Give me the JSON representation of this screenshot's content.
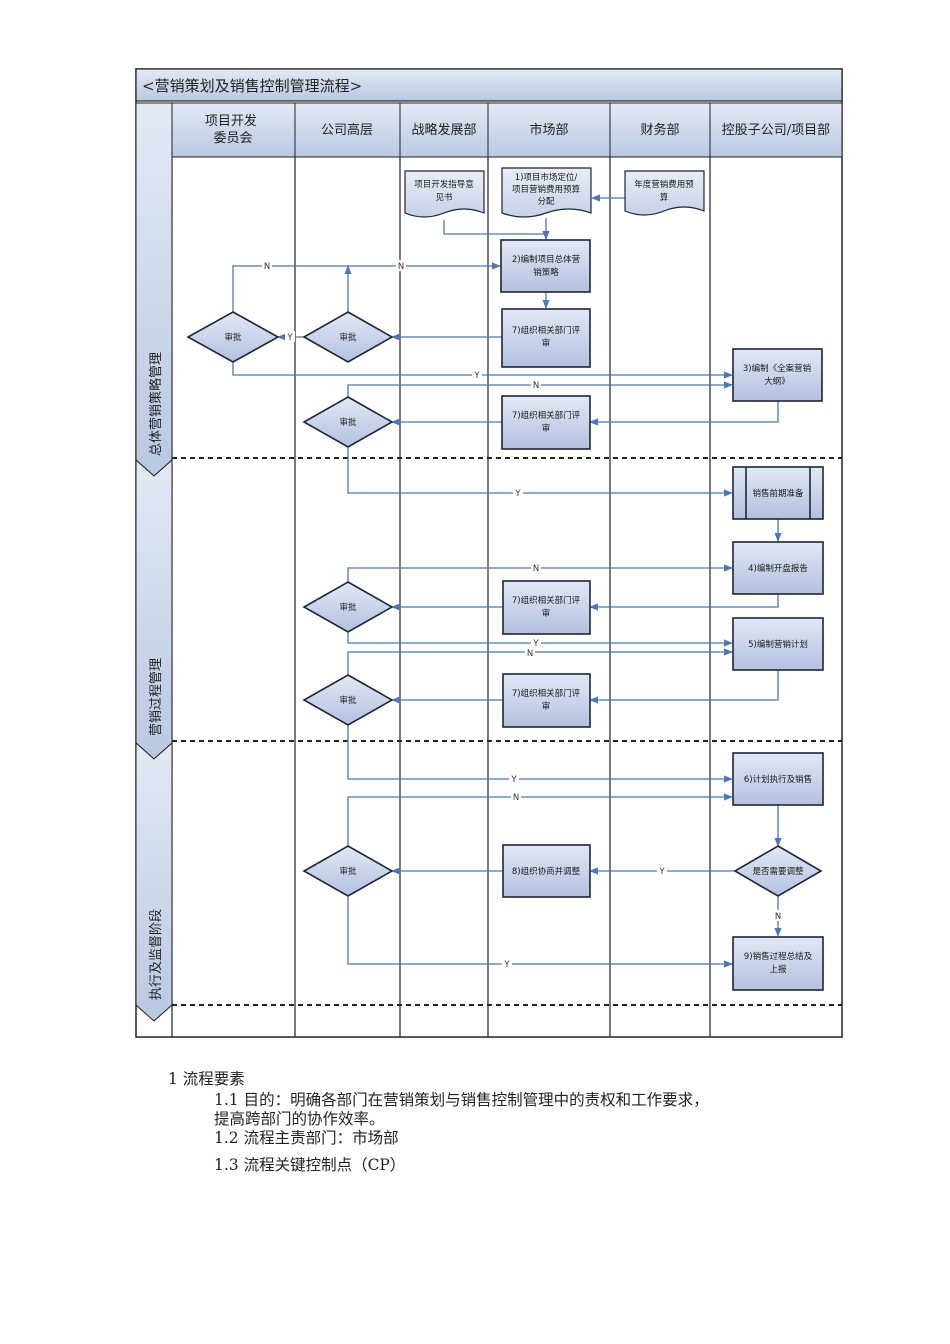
{
  "diagram": {
    "title": "<营销策划及销售控制管理流程>",
    "lanes": [
      "项目开发\n委员会",
      "公司高层",
      "战略发展部",
      "市场部",
      "财务部",
      "控股子公司/项目部"
    ],
    "phases": [
      "总体营销策略管理",
      "营销过程管理",
      "执行及监督阶段"
    ],
    "nodes": {
      "n_guide": "项目开发指导意\n见书",
      "n_budget": "年度营销费用预\n算",
      "n1": "1)项目市场定位/\n项目营销费用预算\n分配",
      "n2": "2)编制项目总体营\n销策略",
      "n7a": "7)组织相关部门评\n审",
      "d_committee": "审批",
      "d_top1": "审批",
      "n3": "3)编制《全案营销\n大纲》",
      "n7b": "7)组织相关部门评\n审",
      "d_top2": "审批",
      "n_prep": "销售前期准备",
      "n4": "4)编制开盘报告",
      "n7c": "7)组织相关部门评\n审",
      "d_top3": "审批",
      "n5": "5)编制营销计划",
      "n7d": "7)组织相关部门评\n审",
      "d_top4": "审批",
      "n6": "6)计划执行及销售",
      "d_adjust": "是否需要调整",
      "n8": "8)组织协商并调整",
      "d_top5": "审批",
      "n9": "9)销售过程总结及\n上报"
    },
    "labels": {
      "yes": "Y",
      "no": "N"
    }
  },
  "document": {
    "heading": "1 流程要素",
    "item1_line1": "1.1 目的：明确各部门在营销策划与销售控制管理中的责权和工作要求，",
    "item1_line2": "提高跨部门的协作效率。",
    "item2": "1.2 流程主责部门：市场部",
    "item3": "1.3 流程关键控制点（CP）"
  },
  "colors": {
    "header_fill": "#c7d3e8",
    "node_fill": "#c9d3ea",
    "node_stroke": "#1c2638",
    "arrow": "#4f76b2",
    "border": "#222222"
  }
}
